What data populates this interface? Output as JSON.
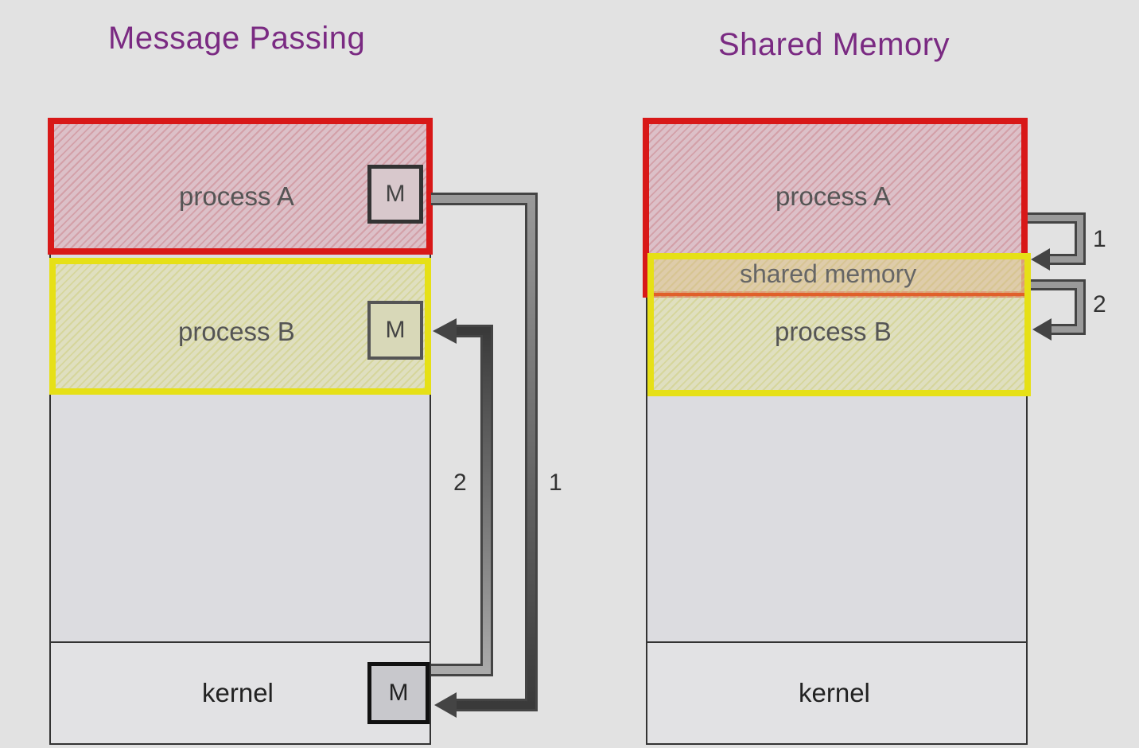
{
  "left": {
    "title": "Message Passing",
    "process_a": "process A",
    "process_b": "process B",
    "kernel": "kernel",
    "m_label": "M",
    "arrow_1": "1",
    "arrow_2": "2"
  },
  "right": {
    "title": "Shared Memory",
    "process_a": "process A",
    "shared_memory": "shared memory",
    "process_b": "process B",
    "kernel": "kernel",
    "arrow_1": "1",
    "arrow_2": "2"
  },
  "colors": {
    "title": "#7a2a82",
    "process_a_border": "#d81818",
    "process_b_border": "#e6e016",
    "arrow": "#555555"
  }
}
